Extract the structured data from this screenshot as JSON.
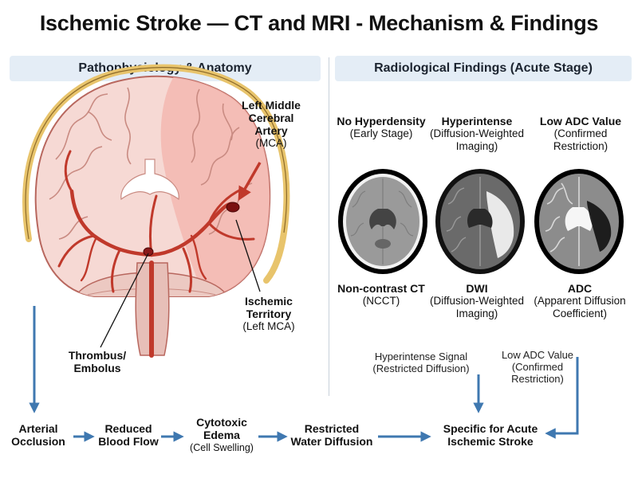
{
  "title": "Ischemic Stroke — CT and MRI - Mechanism & Findings",
  "panels": {
    "left_header": "Pathophysiology & Anatomy",
    "right_header": "Radiological Findings (Acute Stage)"
  },
  "anatomy": {
    "mca_label": [
      "Left Middle",
      "Cerebral",
      "Artery"
    ],
    "mca_abbr": "(MCA)",
    "territory_label": [
      "Ischemic",
      "Territory"
    ],
    "territory_sub": "(Left MCA)",
    "thrombus_label": [
      "Thrombus/",
      "Embolus"
    ]
  },
  "findings": {
    "ct": {
      "top_bold": "No Hyperdensity",
      "top_sub": "(Early Stage)",
      "bottom_bold": "Non-contrast CT",
      "bottom_sub": "(NCCT)"
    },
    "dwi": {
      "top_bold": "Hyperintense",
      "top_sub": [
        "(Diffusion-Weighted",
        "Imaging)"
      ],
      "bottom_bold": "DWI",
      "bottom_sub": [
        "(Diffusion-Weighted",
        "Imaging)"
      ],
      "note": [
        "Hyperintense Signal",
        "(Restricted Diffusion)"
      ]
    },
    "adc": {
      "top_bold": "Low ADC Value",
      "top_sub": [
        "(Confirmed",
        "Restriction)"
      ],
      "bottom_bold": "ADC",
      "bottom_sub": [
        "(Apparent Diffusion",
        "Coefficient)"
      ],
      "note": [
        "Low ADC Value",
        "(Confirmed",
        "Restriction)"
      ]
    }
  },
  "flow": {
    "step1": [
      "Arterial",
      "Occlusion"
    ],
    "step2": [
      "Reduced",
      "Blood Flow"
    ],
    "step3": [
      "Cytotoxic",
      "Edema"
    ],
    "step3_sub": "(Cell Swelling)",
    "step4": [
      "Restricted",
      "Water Diffusion"
    ],
    "step5": [
      "Specific for Acute",
      "Ischemic Stroke"
    ]
  },
  "colors": {
    "artery": "#c0392b",
    "territory": "#f3b7b0",
    "brain": "#f6d9d4",
    "flow_arrow": "#3f78b0",
    "header_bg": "#e4edf6"
  }
}
